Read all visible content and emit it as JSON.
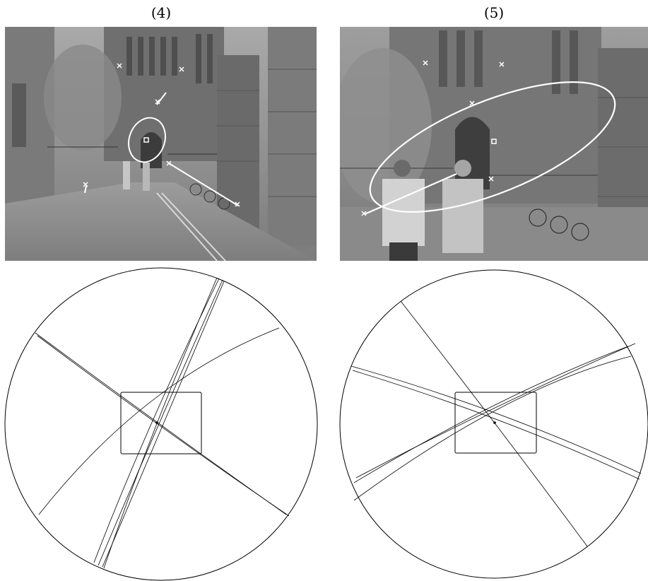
{
  "panels": [
    {
      "label": "(4)"
    },
    {
      "label": "(5)"
    }
  ],
  "colors": {
    "ink": "#000000",
    "photo_overlay": "#ffffff",
    "sky": "#9a9a9a",
    "building": "#6e6e6e",
    "ground": "#8c8c8c"
  },
  "icons": {
    "feature_marker": "x-mark",
    "center_marker": "small-square"
  }
}
